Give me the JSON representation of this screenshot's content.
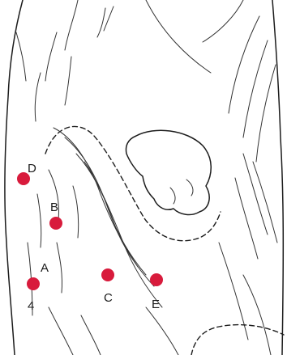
{
  "colors": {
    "point": "#d81b3c",
    "ink": "#1c1c1c",
    "background": "#ffffff"
  },
  "points": [
    {
      "id": "D",
      "label": "D"
    },
    {
      "id": "B",
      "label": "B"
    },
    {
      "id": "A",
      "label": "A"
    },
    {
      "id": "C",
      "label": "C"
    },
    {
      "id": "E",
      "label": "E"
    }
  ],
  "extra_glyph": "4"
}
